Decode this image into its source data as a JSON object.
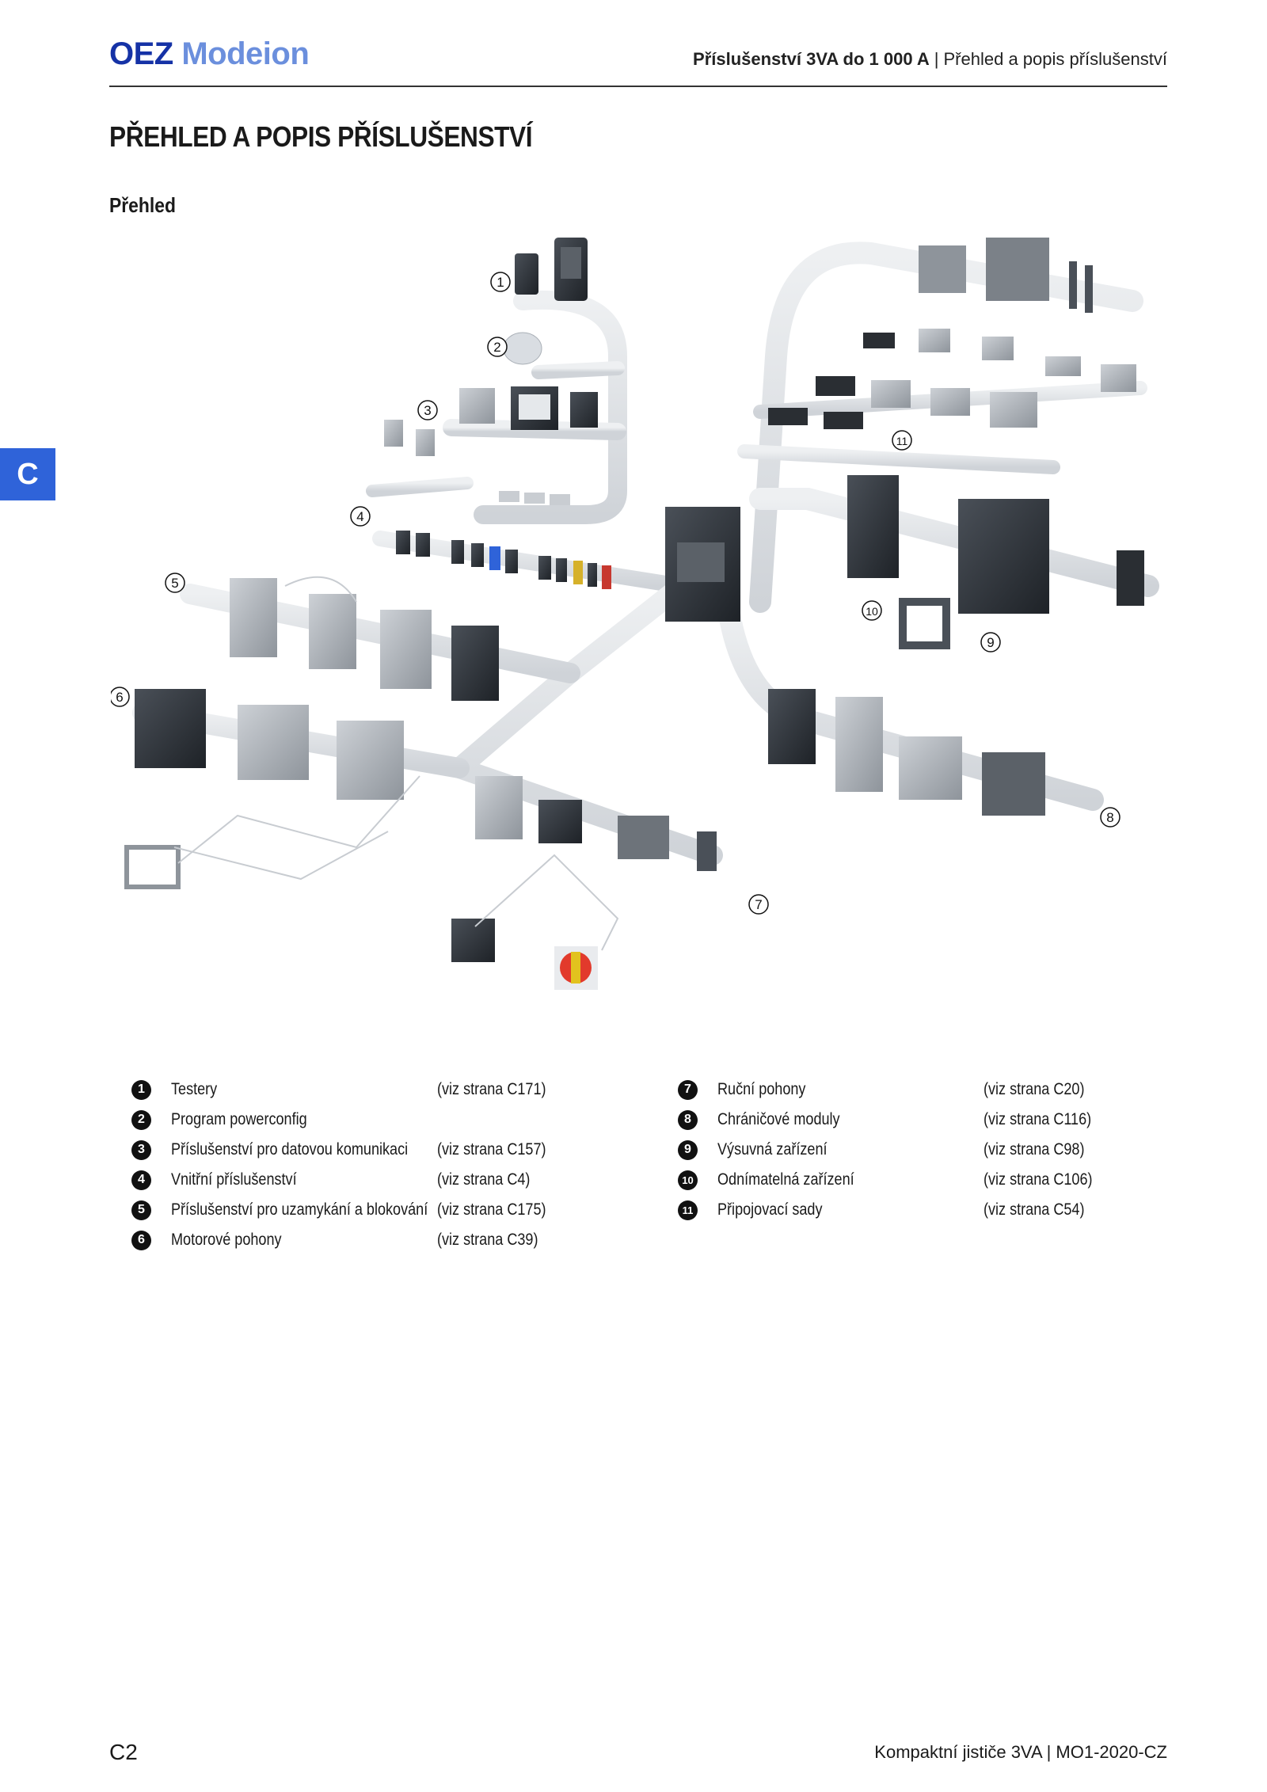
{
  "header": {
    "logo_oez": "OEZ",
    "logo_modeion": "Modeion",
    "section_bold": "Příslušenství 3VA do 1 000 A",
    "separator": "|",
    "section_normal": "Přehled a popis příslušenství"
  },
  "title": "PŘEHLED A POPIS PŘÍSLUŠENSTVÍ",
  "subtitle": "Přehled",
  "side_tab": "C",
  "callouts": [
    "1",
    "2",
    "3",
    "4",
    "5",
    "6",
    "7",
    "8",
    "9",
    "10",
    "11"
  ],
  "legend": {
    "left": [
      {
        "num": "1",
        "label": "Testery",
        "ref": "(viz strana C171)"
      },
      {
        "num": "2",
        "label": "Program powerconfig",
        "ref": ""
      },
      {
        "num": "3",
        "label": "Příslušenství pro datovou komunikaci",
        "ref": "(viz strana C157)"
      },
      {
        "num": "4",
        "label": "Vnitřní příslušenství",
        "ref": "(viz strana C4)"
      },
      {
        "num": "5",
        "label": "Příslušenství pro uzamykání a blokování",
        "ref": "(viz strana C175)"
      },
      {
        "num": "6",
        "label": "Motorové pohony",
        "ref": "(viz strana C39)"
      }
    ],
    "right": [
      {
        "num": "7",
        "label": "Ruční pohony",
        "ref": "(viz strana C20)"
      },
      {
        "num": "8",
        "label": "Chráničové moduly",
        "ref": "(viz strana C116)"
      },
      {
        "num": "9",
        "label": "Výsuvná zařízení",
        "ref": "(viz strana C98)"
      },
      {
        "num": "10",
        "label": "Odnímatelná zařízení",
        "ref": "(viz strana C106)"
      },
      {
        "num": "11",
        "label": "Připojovací sady",
        "ref": "(viz strana C54)"
      }
    ]
  },
  "footer": {
    "page": "C2",
    "doc_title": "Kompaktní jističe 3VA",
    "separator": "|",
    "doc_code": "MO1-2020-CZ"
  },
  "colors": {
    "brand_dark": "#1532a6",
    "brand_light": "#6b8fdd",
    "tab": "#2f63d9"
  }
}
